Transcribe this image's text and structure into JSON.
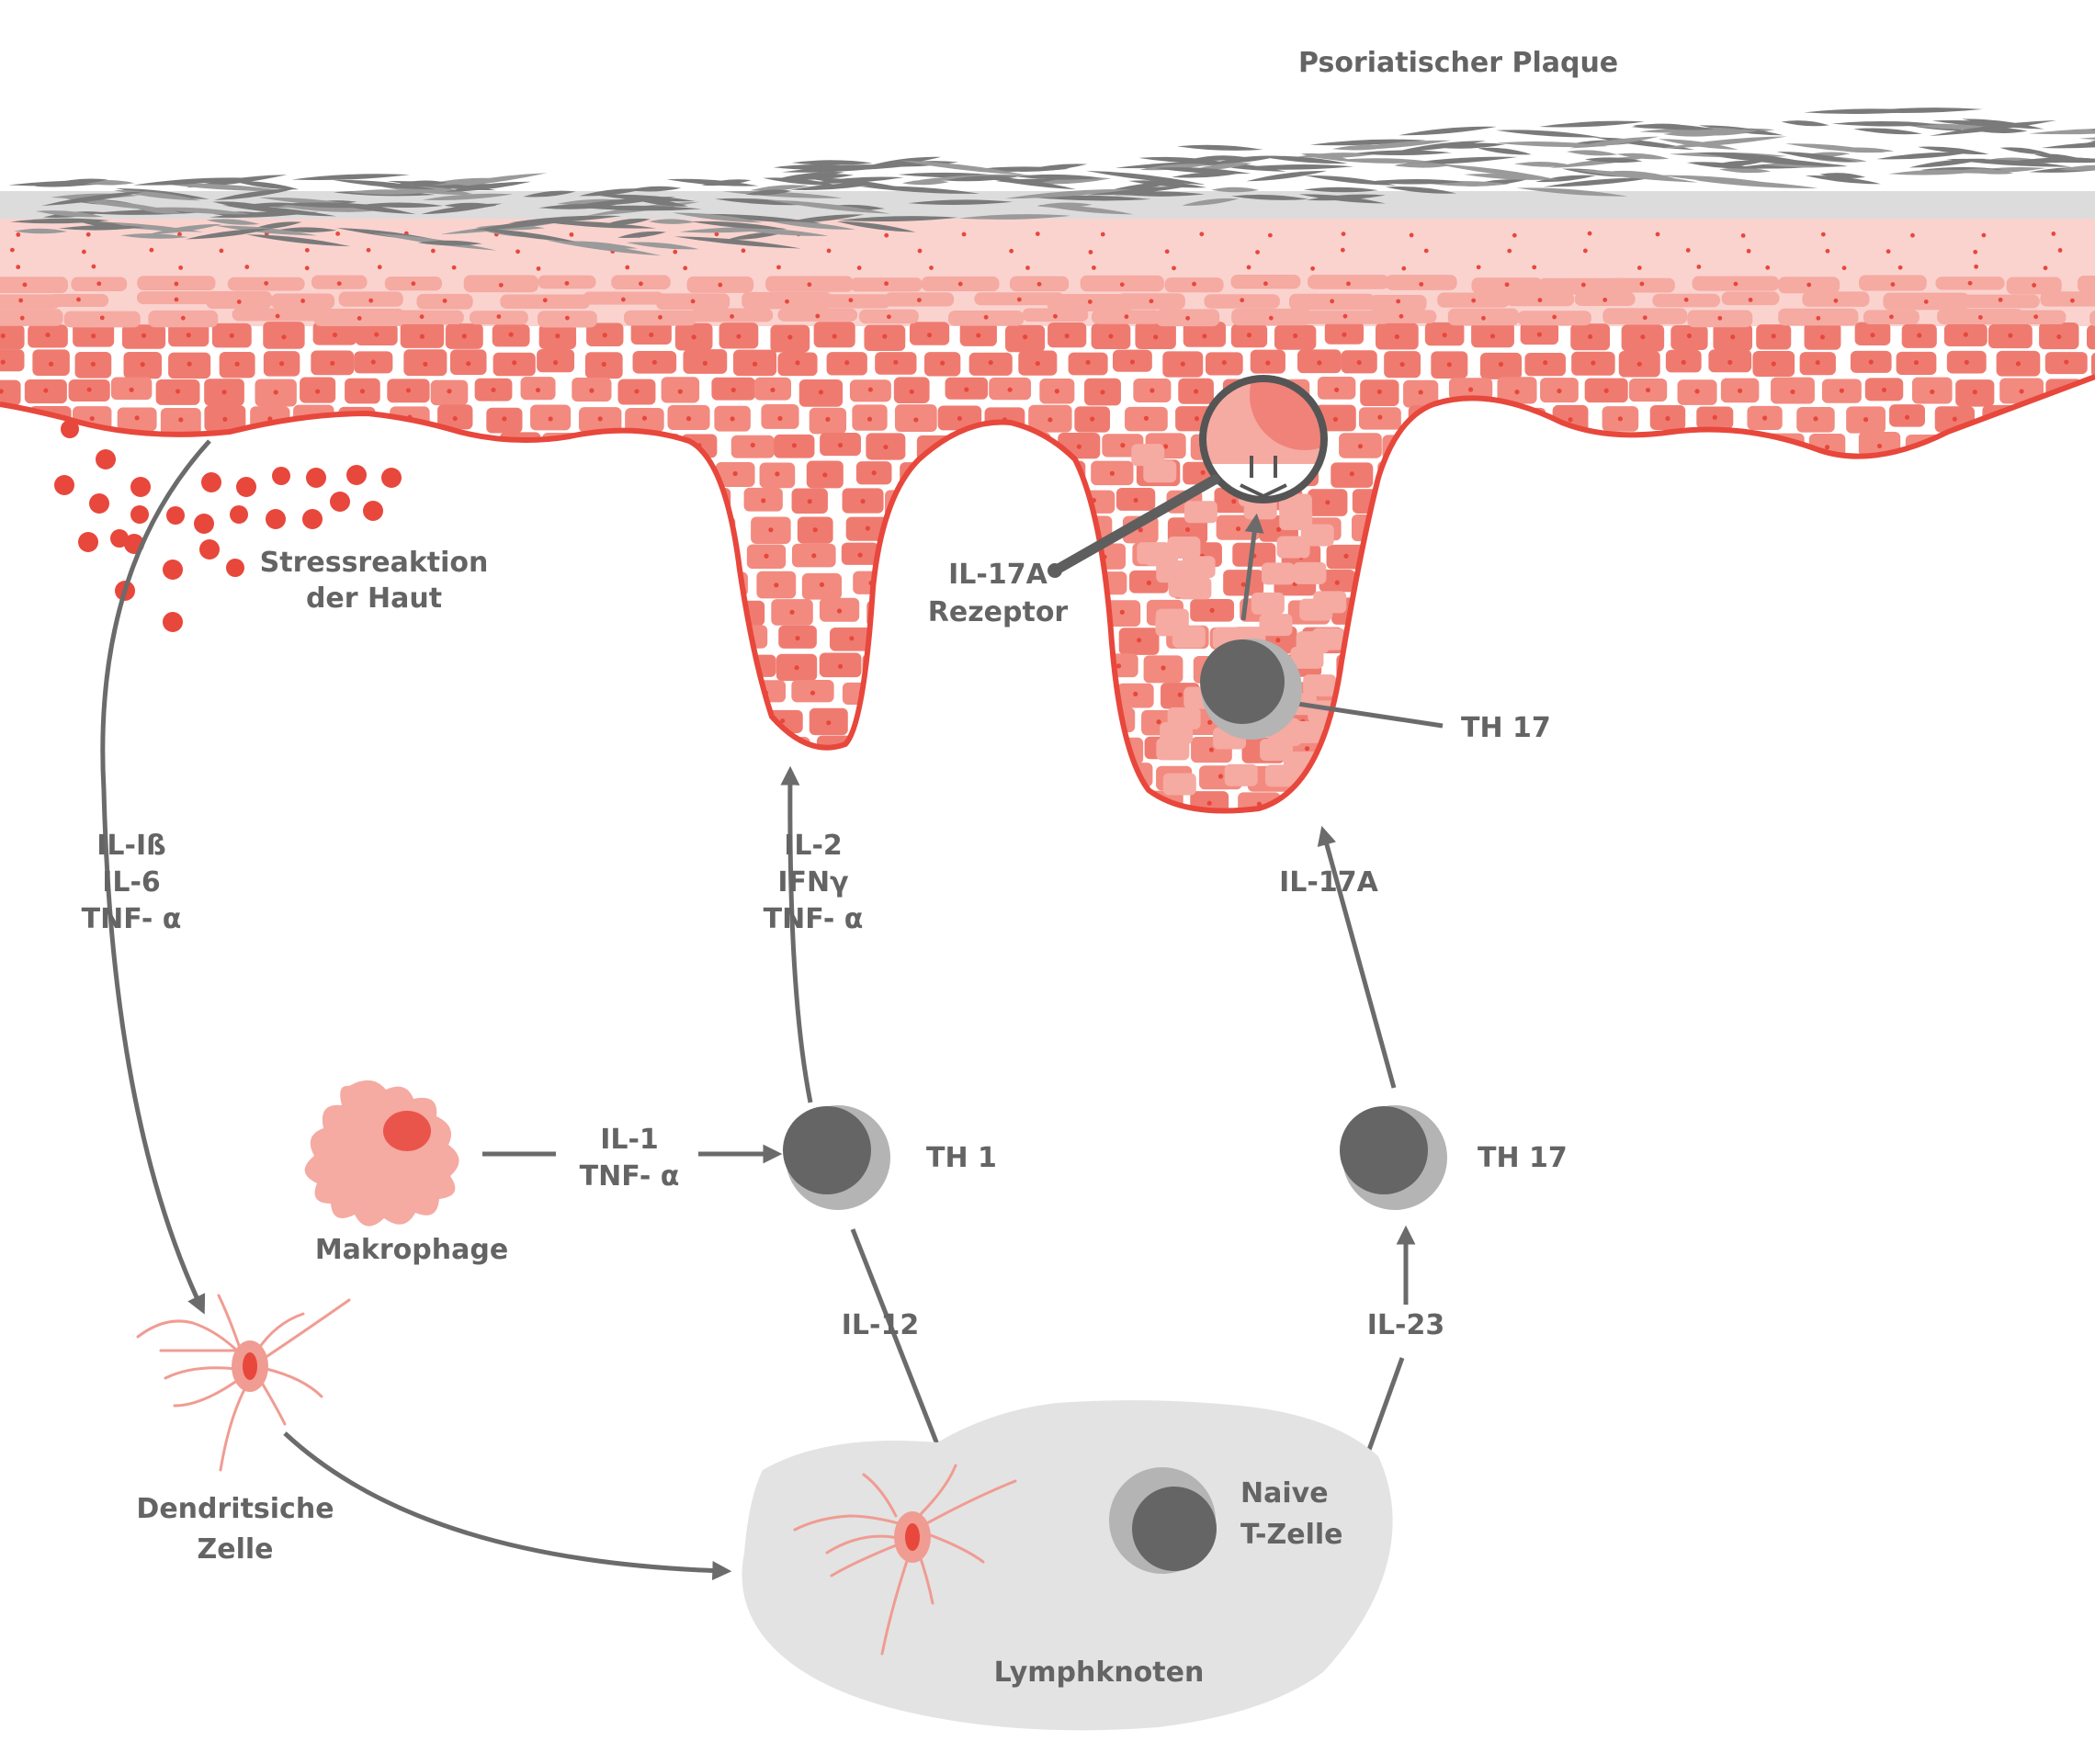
{
  "labels": {
    "plaque": "Psoriatischer Plaque",
    "stress_line1": "Stressreaktion",
    "stress_line2": "der Haut",
    "left_cytokines": [
      "IL-Iß",
      "IL-6",
      "TNF- α"
    ],
    "mid_cytokines": [
      "IL-2",
      "IFNγ",
      "TNF- α"
    ],
    "il17a_receptor_line1": "IL-17A",
    "il17a_receptor_line2": "Rezeptor",
    "th17_top": "TH 17",
    "il17a": "IL-17A",
    "makrophage": "Makrophage",
    "macrophage_cytokines": [
      "IL-1",
      "TNF- α"
    ],
    "th1": "TH 1",
    "th17_bottom": "TH 17",
    "il12": "IL-12",
    "il23": "IL-23",
    "dendritic_line1": "Dendritsiche",
    "dendritic_line2": "Zelle",
    "naive_line1": "Naive",
    "naive_line2": "T-Zelle",
    "lymphknoten": "Lymphknoten"
  },
  "colors": {
    "label_gray": "#646464",
    "arrow_gray": "#6b6b6b",
    "cell_dark": "#656565",
    "cell_ring": "#b4b4b4",
    "red_strong": "#e8473c",
    "red_mid": "#ef7b70",
    "red_light": "#f5aaa2",
    "red_pale": "#fad3cf",
    "plaque_gray": "#7a7a7a",
    "band_gray": "#dcdcdc",
    "lymph_gray": "#e3e3e3"
  }
}
